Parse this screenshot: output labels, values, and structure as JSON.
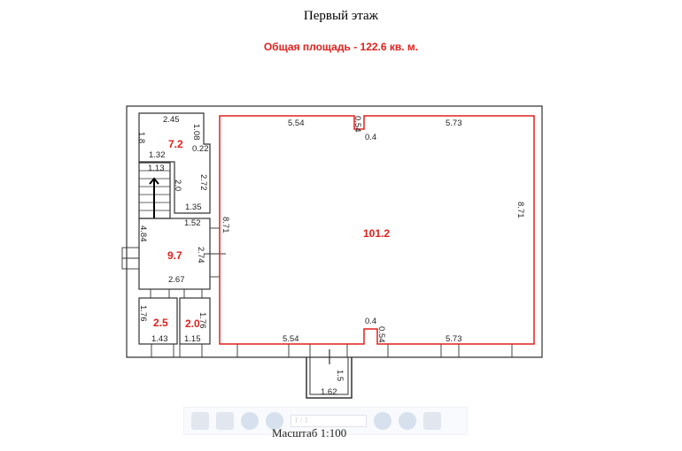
{
  "title": "Первый этаж",
  "total_area": "Общая площадь - 122.6 кв. м.",
  "rooms": [
    {
      "area": "7.2"
    },
    {
      "area": "9.7"
    },
    {
      "area": "2.5"
    },
    {
      "area": "2.0"
    },
    {
      "area": "101.2"
    }
  ],
  "dims": {
    "d245": "2.45",
    "d108": "1.08",
    "d18": "1.8",
    "d132": "1.32",
    "d022": "0.22",
    "d113": "1.13",
    "d20": "2.0",
    "d272": "2.72",
    "d135": "1.35",
    "d152": "1.52",
    "d484": "4.84",
    "d274": "2.74",
    "d267": "2.67",
    "d871a": "8.71",
    "d871b": "8.71",
    "d176a": "1.76",
    "d176b": "1.76",
    "d143": "1.43",
    "d115": "1.15",
    "d554t": "5.54",
    "d054t": "0.54",
    "d04t": "0.4",
    "d573t": "5.73",
    "d04b": "0.4",
    "d054b": "0.54",
    "d554b": "5.54",
    "d573b": "5.73",
    "d15": "1.5",
    "d162": "1.62"
  },
  "toolbar": {
    "page": "1 / 1"
  },
  "scale": "Масштаб 1:100",
  "colors": {
    "accent": "#e0201c"
  }
}
